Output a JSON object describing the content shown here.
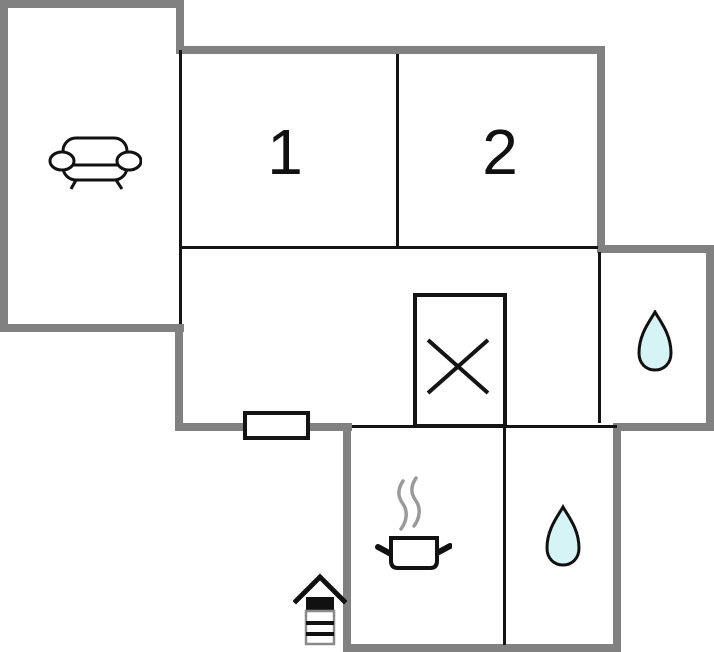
{
  "rooms": {
    "bedroom1": {
      "label": "1"
    },
    "bedroom2": {
      "label": "2"
    }
  },
  "icons": {
    "living_room": "sofa-icon",
    "hall_storage": "crossed-box-icon",
    "bathroom_right": "water-drop-icon",
    "bathroom_bottom": "water-drop-icon",
    "kitchen": "cooking-pot-steam-icon",
    "exterior_entrance": "fireplace-chimney-icon",
    "opening": "window-marker"
  },
  "colors": {
    "wall_gray": "#818181",
    "interior_line": "#141414",
    "water_drop_fill": "#d6f3f6",
    "steam_gray": "#9a9a9a",
    "label_color": "#111111",
    "background": "#ffffff"
  }
}
